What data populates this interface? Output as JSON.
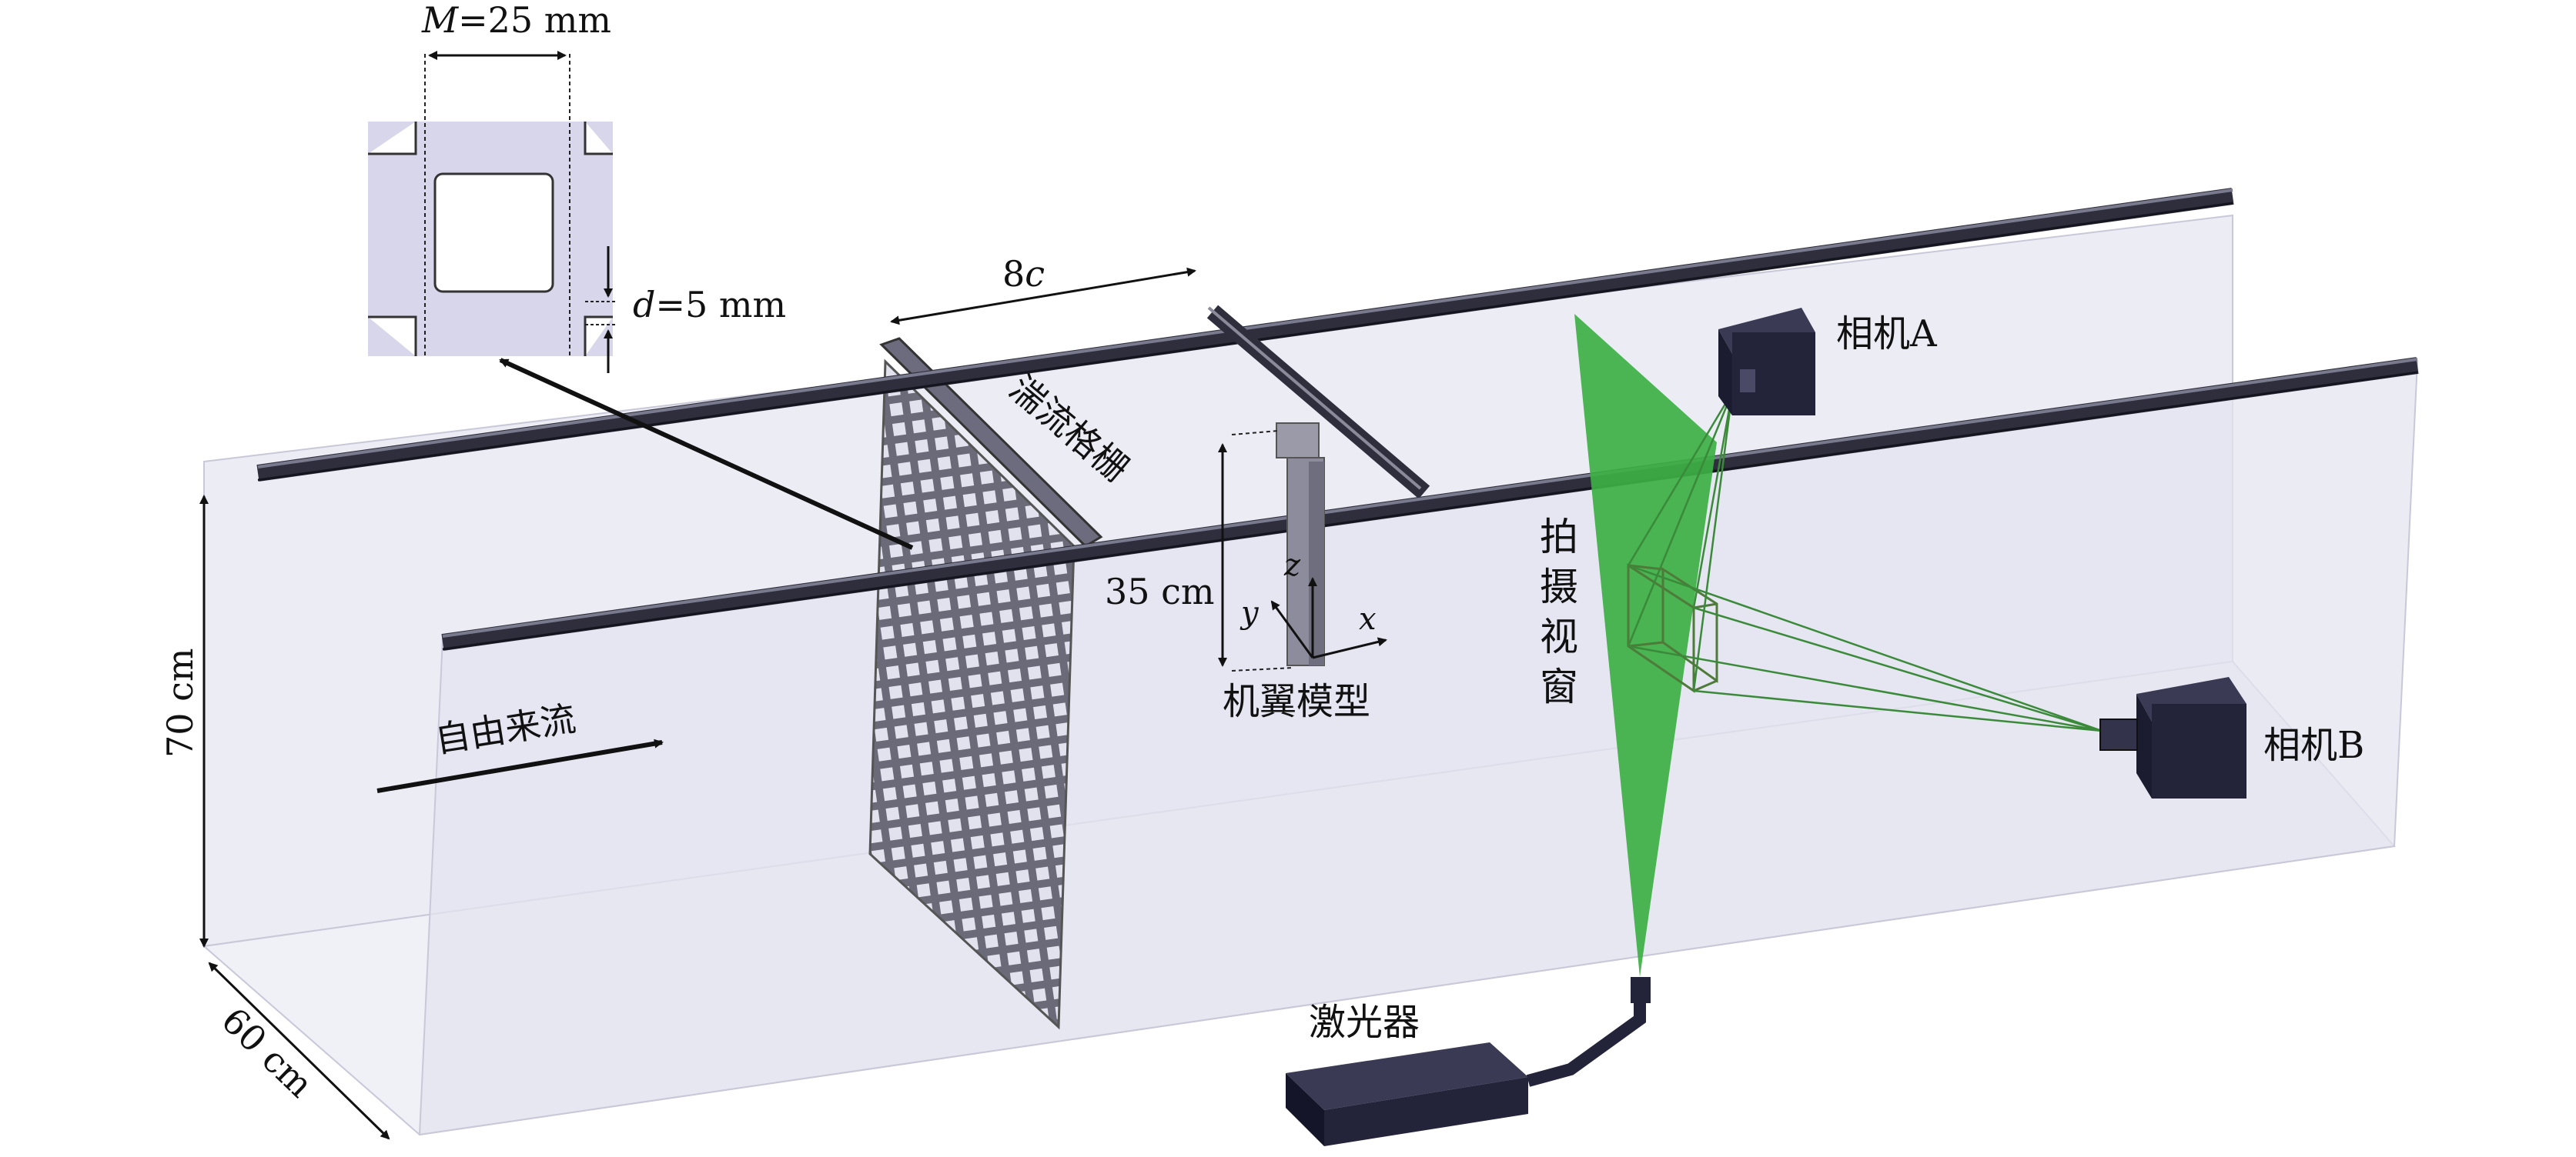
{
  "inset": {
    "mesh_symbol": "M",
    "mesh_value": "=25 mm",
    "bar_symbol": "d",
    "bar_value": "=5 mm"
  },
  "dimensions": {
    "span_8c": "8",
    "span_8c_symbol": "c",
    "model_height": "35 cm",
    "tunnel_height": "70 cm",
    "tunnel_width": "60 cm"
  },
  "labels": {
    "turbulence_grid": "湍流格栅",
    "free_stream": "自由来流",
    "airfoil_model": "机翼模型",
    "camera_a": "相机A",
    "camera_b": "相机B",
    "laser": "激光器",
    "view_window": [
      "拍",
      "摄",
      "视",
      "窗"
    ]
  },
  "axes": {
    "x": "x",
    "y": "y",
    "z": "z"
  },
  "colors": {
    "wall": "#e6e6f2",
    "rail": "#3a3a4a",
    "laser_sheet": "#3cb043",
    "device": "#23233a",
    "grid_fill": "#d8d6ea"
  }
}
